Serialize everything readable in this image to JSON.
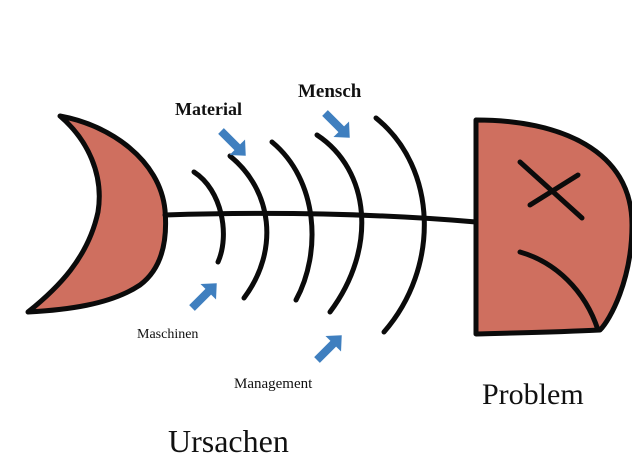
{
  "labels": {
    "material": "Material",
    "mensch": "Mensch",
    "maschinen": "Maschinen",
    "management": "Management",
    "problem": "Problem",
    "ursachen": "Ursachen"
  },
  "colors": {
    "fish_fill": "#cf6f5f",
    "outline": "#0b0b0b",
    "arrow": "#3f7fbf"
  }
}
